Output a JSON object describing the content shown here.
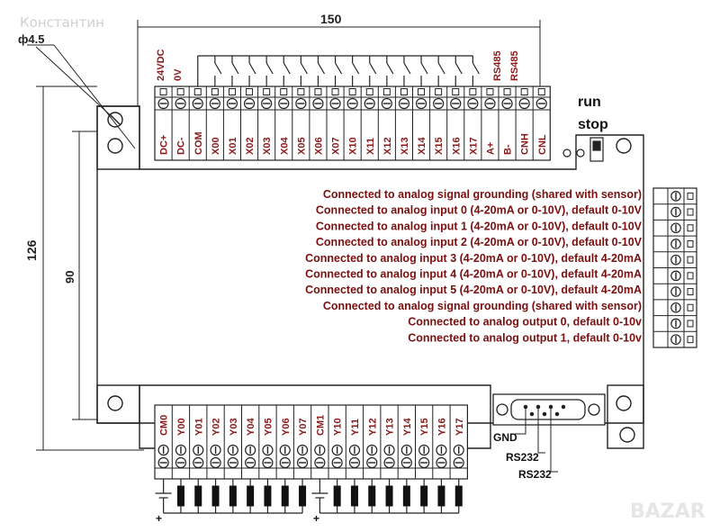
{
  "watermark": "Константин",
  "logo": "BAZAR",
  "dimensions": {
    "width": "150",
    "height_outer": "126",
    "height_inner": "90",
    "hole": "ф4.5"
  },
  "top_header": {
    "left": [
      "24VDC",
      "0V"
    ],
    "right": [
      "RS485",
      "RS485"
    ]
  },
  "top_terminals": [
    "DC+",
    "DC-",
    "COM",
    "X00",
    "X01",
    "X02",
    "X03",
    "X04",
    "X05",
    "X06",
    "X07",
    "X10",
    "X11",
    "X12",
    "X13",
    "X14",
    "X15",
    "X16",
    "X17",
    "A+",
    "B-",
    "CNH",
    "CNL"
  ],
  "switch": {
    "run": "run",
    "stop": "stop"
  },
  "analog_notes": [
    "Connected to analog signal grounding (shared with sensor)",
    "Connected to analog input 0 (4-20mA or 0-10V), default 0-10V",
    "Connected to analog input 1 (4-20mA or 0-10V), default 0-10V",
    "Connected to analog input 2 (4-20mA or 0-10V), default 0-10V",
    "Connected to analog input 3 (4-20mA or 0-10V), default 4-20mA",
    "Connected to analog input 4 (4-20mA or 0-10V), default 4-20mA",
    "Connected to analog input 5 (4-20mA or 0-10V), default 4-20mA",
    "Connected to analog signal grounding (shared with sensor)",
    "Connected to analog output 0, default 0-10v",
    "Connected to analog output 1, default 0-10v"
  ],
  "bottom_terminals": [
    "CM0",
    "Y00",
    "Y01",
    "Y02",
    "Y03",
    "Y04",
    "Y05",
    "Y06",
    "Y07",
    "CM1",
    "Y10",
    "Y11",
    "Y12",
    "Y13",
    "Y14",
    "Y15",
    "Y16",
    "Y17"
  ],
  "db9_labels": [
    "GND",
    "RS232",
    "RS232"
  ],
  "battery_polarity": [
    "+",
    "+"
  ]
}
